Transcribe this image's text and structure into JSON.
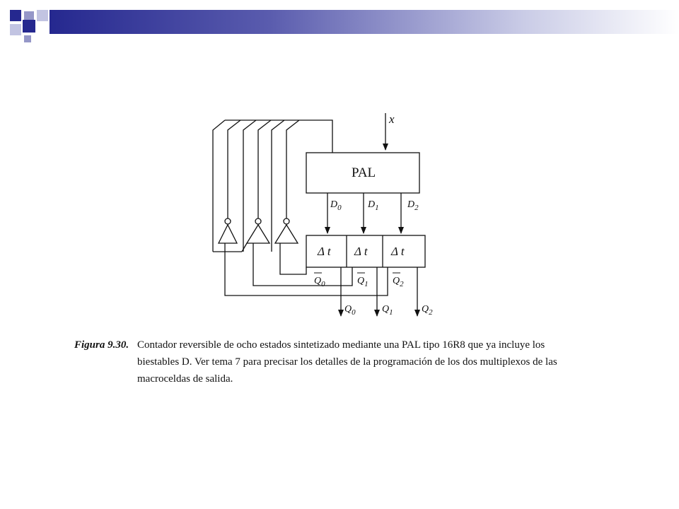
{
  "slide": {
    "accent_dark": "#25288f",
    "accent_light": "#9597c8"
  },
  "diagram": {
    "input_label": "x",
    "pal_label": "PAL",
    "d_labels": [
      {
        "base": "D",
        "sub": "0"
      },
      {
        "base": "D",
        "sub": "1"
      },
      {
        "base": "D",
        "sub": "2"
      }
    ],
    "cell_labels": [
      "Δ t",
      "Δ t",
      "Δ t"
    ],
    "qbar_labels": [
      {
        "base": "Q",
        "sub": "0"
      },
      {
        "base": "Q",
        "sub": "1"
      },
      {
        "base": "Q",
        "sub": "2"
      }
    ],
    "q_out_labels": [
      {
        "base": "Q",
        "sub": "0"
      },
      {
        "base": "Q",
        "sub": "1"
      },
      {
        "base": "Q",
        "sub": "2"
      }
    ]
  },
  "caption": {
    "label": "Figura 9.30.",
    "line1": "Contador reversible de ocho estados sintetizado mediante una  PAL tipo 16R8 que ya incluye los",
    "line2": "biestables D. Ver tema 7 para precisar los detalles de la programación de los dos multiplexos de las",
    "line3": "macroceldas de salida."
  }
}
